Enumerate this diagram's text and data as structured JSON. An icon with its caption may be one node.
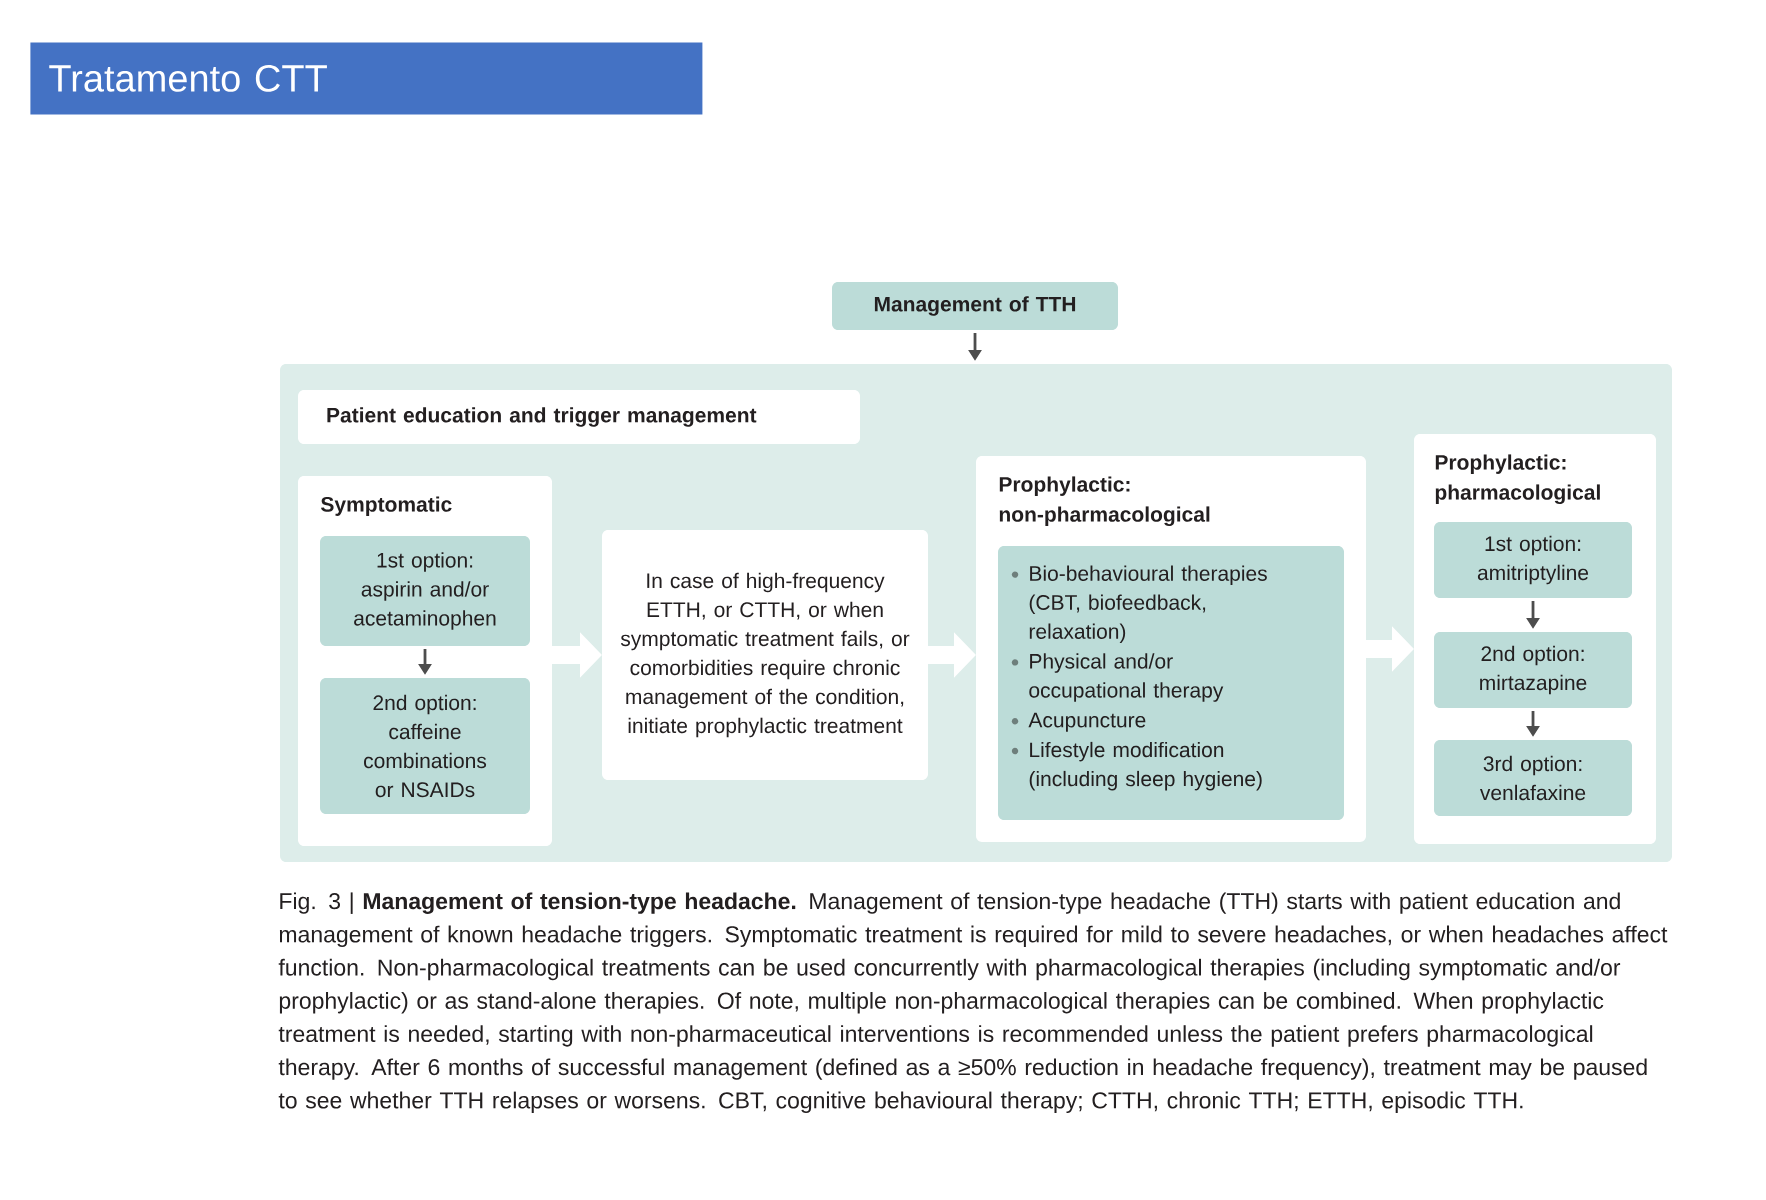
{
  "diagram": {
    "title": "Tratamento CTT",
    "caption": "Fig. 3 | **Management of tension-type headache.** Management of tension-type headache (TTH) starts with patient education and management of known headache triggers. Symptomatic treatment is required for mild to severe headaches, or when headaches affect function. Non-pharmacological treatments can be used concurrently with pharmacological therapies (including symptomatic and/or prophylactic) or as stand-alone therapies. Of note, multiple non-pharmacological therapies can be combined. When prophylactic treatment is needed, starting with non-pharmaceutical interventions is recommended unless the patient prefers pharmacological therapy. After 6 months of successful management (defined as a ≥50% reduction in headache frequency), treatment may be paused to see whether TTH relapses or worsens. CBT, cognitive behavioural therapy; CTTH, chronic TTH; ETTH, episodic TTH.",
    "nodes": [
      {
        "text": [
          "Management of TTH"
        ]
      },
      {
        "text": [],
        "shape": "box"
      },
      {
        "text": [
          "Patient education and trigger management"
        ],
        "in": 1
      },
      {
        "text": [
          "Symptomatic"
        ],
        "in": 1
      },
      {
        "text": [
          "1st option: aspirin and/or acetaminophen"
        ],
        "in": 3
      },
      {
        "text": [
          "2nd option: caffeine combinations or NSAIDs"
        ],
        "in": 3
      },
      {
        "text": [
          "In case of high-frequency ETTH, or CTTH, or when symptomatic treatment fails, or comorbidities require chronic management of the condition, initiate prophylactic treatment"
        ],
        "in": 1
      },
      {
        "text": [
          "Prophylactic: non-pharmacological"
        ],
        "in": 1
      },
      {
        "text": [
          "Bio-behavioural therapies (CBT, biofeedback, relaxation)",
          "Physical and/or occupational therapy",
          "Acupuncture",
          "Lifestyle modification (including sleep hygiene)"
        ],
        "in": 7
      },
      {
        "text": [
          "Prophylactic: pharmacological"
        ],
        "in": 1
      },
      {
        "text": [
          "1st option: amitriptyline"
        ],
        "in": 9
      },
      {
        "text": [
          "2nd option: mirtazapine"
        ],
        "in": 9
      },
      {
        "text": [
          "3rd option: venlafaxine"
        ],
        "in": 9
      }
    ],
    "edges": [
      {
        "from": 0,
        "to": 1,
        "arrow": "to"
      },
      {
        "from": 4,
        "to": 5,
        "arrow": "to"
      },
      {
        "from": 3,
        "to": 6,
        "arrow": "to",
        "style": "thick",
        "color": "#ffffff"
      },
      {
        "from": 6,
        "to": 7,
        "arrow": "to",
        "style": "thick",
        "color": "#ffffff"
      },
      {
        "from": 7,
        "to": 9,
        "arrow": "to",
        "style": "thick",
        "color": "#ffffff"
      },
      {
        "from": 10,
        "to": 11,
        "arrow": "to"
      },
      {
        "from": 11,
        "to": 12,
        "arrow": "to"
      }
    ]
  }
}
